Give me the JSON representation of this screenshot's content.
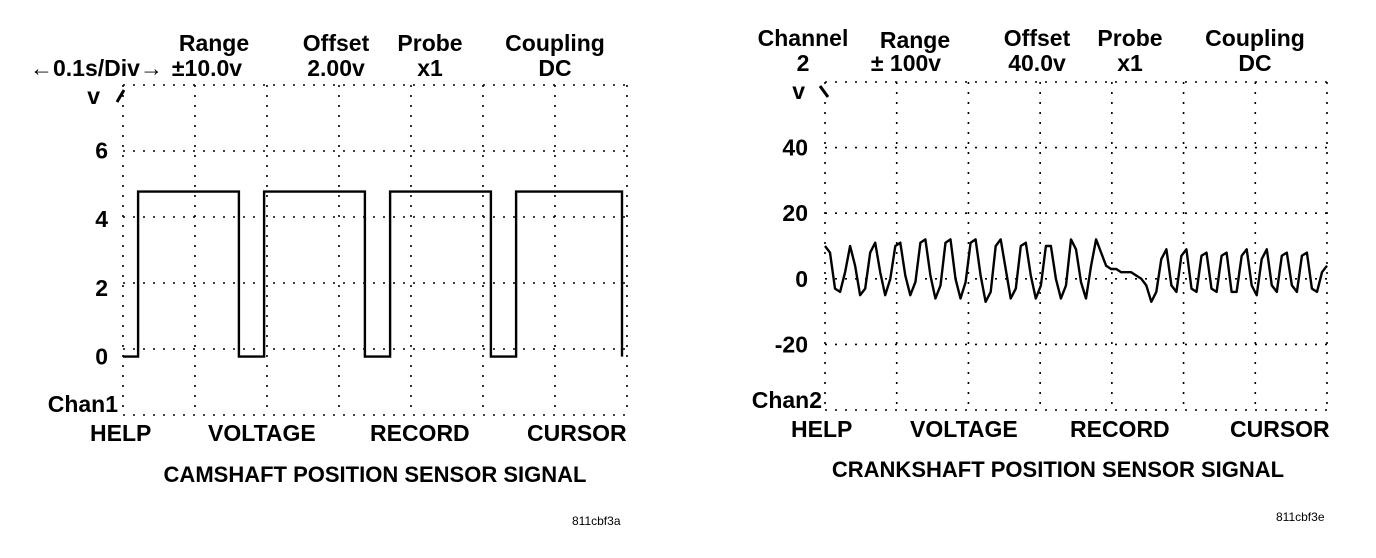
{
  "panels": [
    {
      "header": {
        "channel_title": "",
        "channel_value": "",
        "timebase": "←0.1s/Div→",
        "range_title": "Range",
        "range_value": "±10.0v",
        "offset_title": "Offset",
        "offset_value": "2.00v",
        "probe_title": "Probe",
        "probe_value": "x1",
        "coupling_title": "Coupling",
        "coupling_value": "DC"
      },
      "channel_label": "Chan1",
      "softkeys": [
        "HELP",
        "VOLTAGE",
        "RECORD",
        "CURSOR"
      ],
      "caption": "CAMSHAFT POSITION SENSOR SIGNAL",
      "figure_id": "811cbf3a"
    },
    {
      "header": {
        "channel_title": "Channel",
        "channel_value": "2",
        "timebase": "",
        "range_title": "Range",
        "range_value": "± 100v",
        "offset_title": "Offset",
        "offset_value": "40.0v",
        "probe_title": "Probe",
        "probe_value": "x1",
        "coupling_title": "Coupling",
        "coupling_value": "DC"
      },
      "channel_label": "Chan2",
      "softkeys": [
        "HELP",
        "VOLTAGE",
        "RECORD",
        "CURSOR"
      ],
      "caption": "CRANKSHAFT POSITION SENSOR SIGNAL",
      "figure_id": "811cbf3e"
    }
  ],
  "chart_data": [
    {
      "type": "line",
      "title": "CAMSHAFT POSITION SENSOR SIGNAL",
      "ylabel": "v",
      "xlabel": "",
      "y_ticks": [
        0,
        2,
        4,
        6
      ],
      "ylim": [
        -1.7,
        7.9
      ],
      "xlim": [
        0,
        1.0
      ],
      "grid": true,
      "series": [
        {
          "x": [
            0.0,
            0.03,
            0.03,
            0.23,
            0.23,
            0.28,
            0.28,
            0.48,
            0.48,
            0.53,
            0.53,
            0.73,
            0.73,
            0.78,
            0.78,
            0.99,
            0.99
          ],
          "y": [
            0,
            0,
            4.8,
            4.8,
            0,
            0,
            4.8,
            4.8,
            0,
            0,
            4.8,
            4.8,
            0,
            0,
            4.8,
            4.8,
            0
          ]
        }
      ]
    },
    {
      "type": "line",
      "title": "CRANKSHAFT POSITION SENSOR SIGNAL",
      "ylabel": "v",
      "xlabel": "",
      "y_ticks": [
        -20,
        0,
        20,
        40
      ],
      "ylim": [
        -40,
        60
      ],
      "xlim": [
        0,
        1.0
      ],
      "grid": true,
      "series": [
        {
          "x": [
            0.0,
            0.01,
            0.02,
            0.03,
            0.04,
            0.05,
            0.06,
            0.07,
            0.08,
            0.09,
            0.1,
            0.11,
            0.12,
            0.13,
            0.14,
            0.15,
            0.16,
            0.17,
            0.18,
            0.19,
            0.2,
            0.21,
            0.22,
            0.23,
            0.24,
            0.25,
            0.26,
            0.27,
            0.28,
            0.29,
            0.3,
            0.31,
            0.32,
            0.33,
            0.34,
            0.35,
            0.36,
            0.37,
            0.38,
            0.39,
            0.4,
            0.41,
            0.42,
            0.43,
            0.44,
            0.45,
            0.46,
            0.47,
            0.48,
            0.49,
            0.5,
            0.51,
            0.52,
            0.53,
            0.54,
            0.55,
            0.56,
            0.57,
            0.58,
            0.59,
            0.6,
            0.61,
            0.62,
            0.63,
            0.64,
            0.65,
            0.66,
            0.67,
            0.68,
            0.69,
            0.7,
            0.71,
            0.72,
            0.73,
            0.74,
            0.75,
            0.76,
            0.77,
            0.78,
            0.79,
            0.8,
            0.81,
            0.82,
            0.83,
            0.84,
            0.85,
            0.86,
            0.87,
            0.88,
            0.89,
            0.9,
            0.91,
            0.92,
            0.93,
            0.94,
            0.95,
            0.96,
            0.97,
            0.98,
            0.99,
            1.0
          ],
          "y": [
            10,
            8,
            -3,
            -4,
            2,
            10,
            4,
            -5,
            -3,
            8,
            11,
            2,
            -5,
            0,
            10,
            11,
            1,
            -5,
            -1,
            11,
            12,
            1,
            -6,
            -2,
            11,
            12,
            0,
            -6,
            -1,
            11,
            12,
            1,
            -7,
            -4,
            10,
            12,
            3,
            -6,
            -3,
            10,
            11,
            1,
            -6,
            -2,
            10,
            10,
            0,
            -6,
            -2,
            12,
            9,
            -1,
            -6,
            4,
            12,
            8,
            4,
            3,
            3,
            2,
            2,
            2,
            1,
            0,
            -2,
            -7,
            -4,
            6,
            9,
            -2,
            -4,
            7,
            9,
            -3,
            -4,
            7,
            8,
            -3,
            -4,
            7,
            8,
            -4,
            -4,
            7,
            9,
            -2,
            -5,
            6,
            9,
            -2,
            -4,
            7,
            8,
            -2,
            -4,
            7,
            8,
            -3,
            -4,
            2,
            4
          ]
        }
      ]
    }
  ]
}
